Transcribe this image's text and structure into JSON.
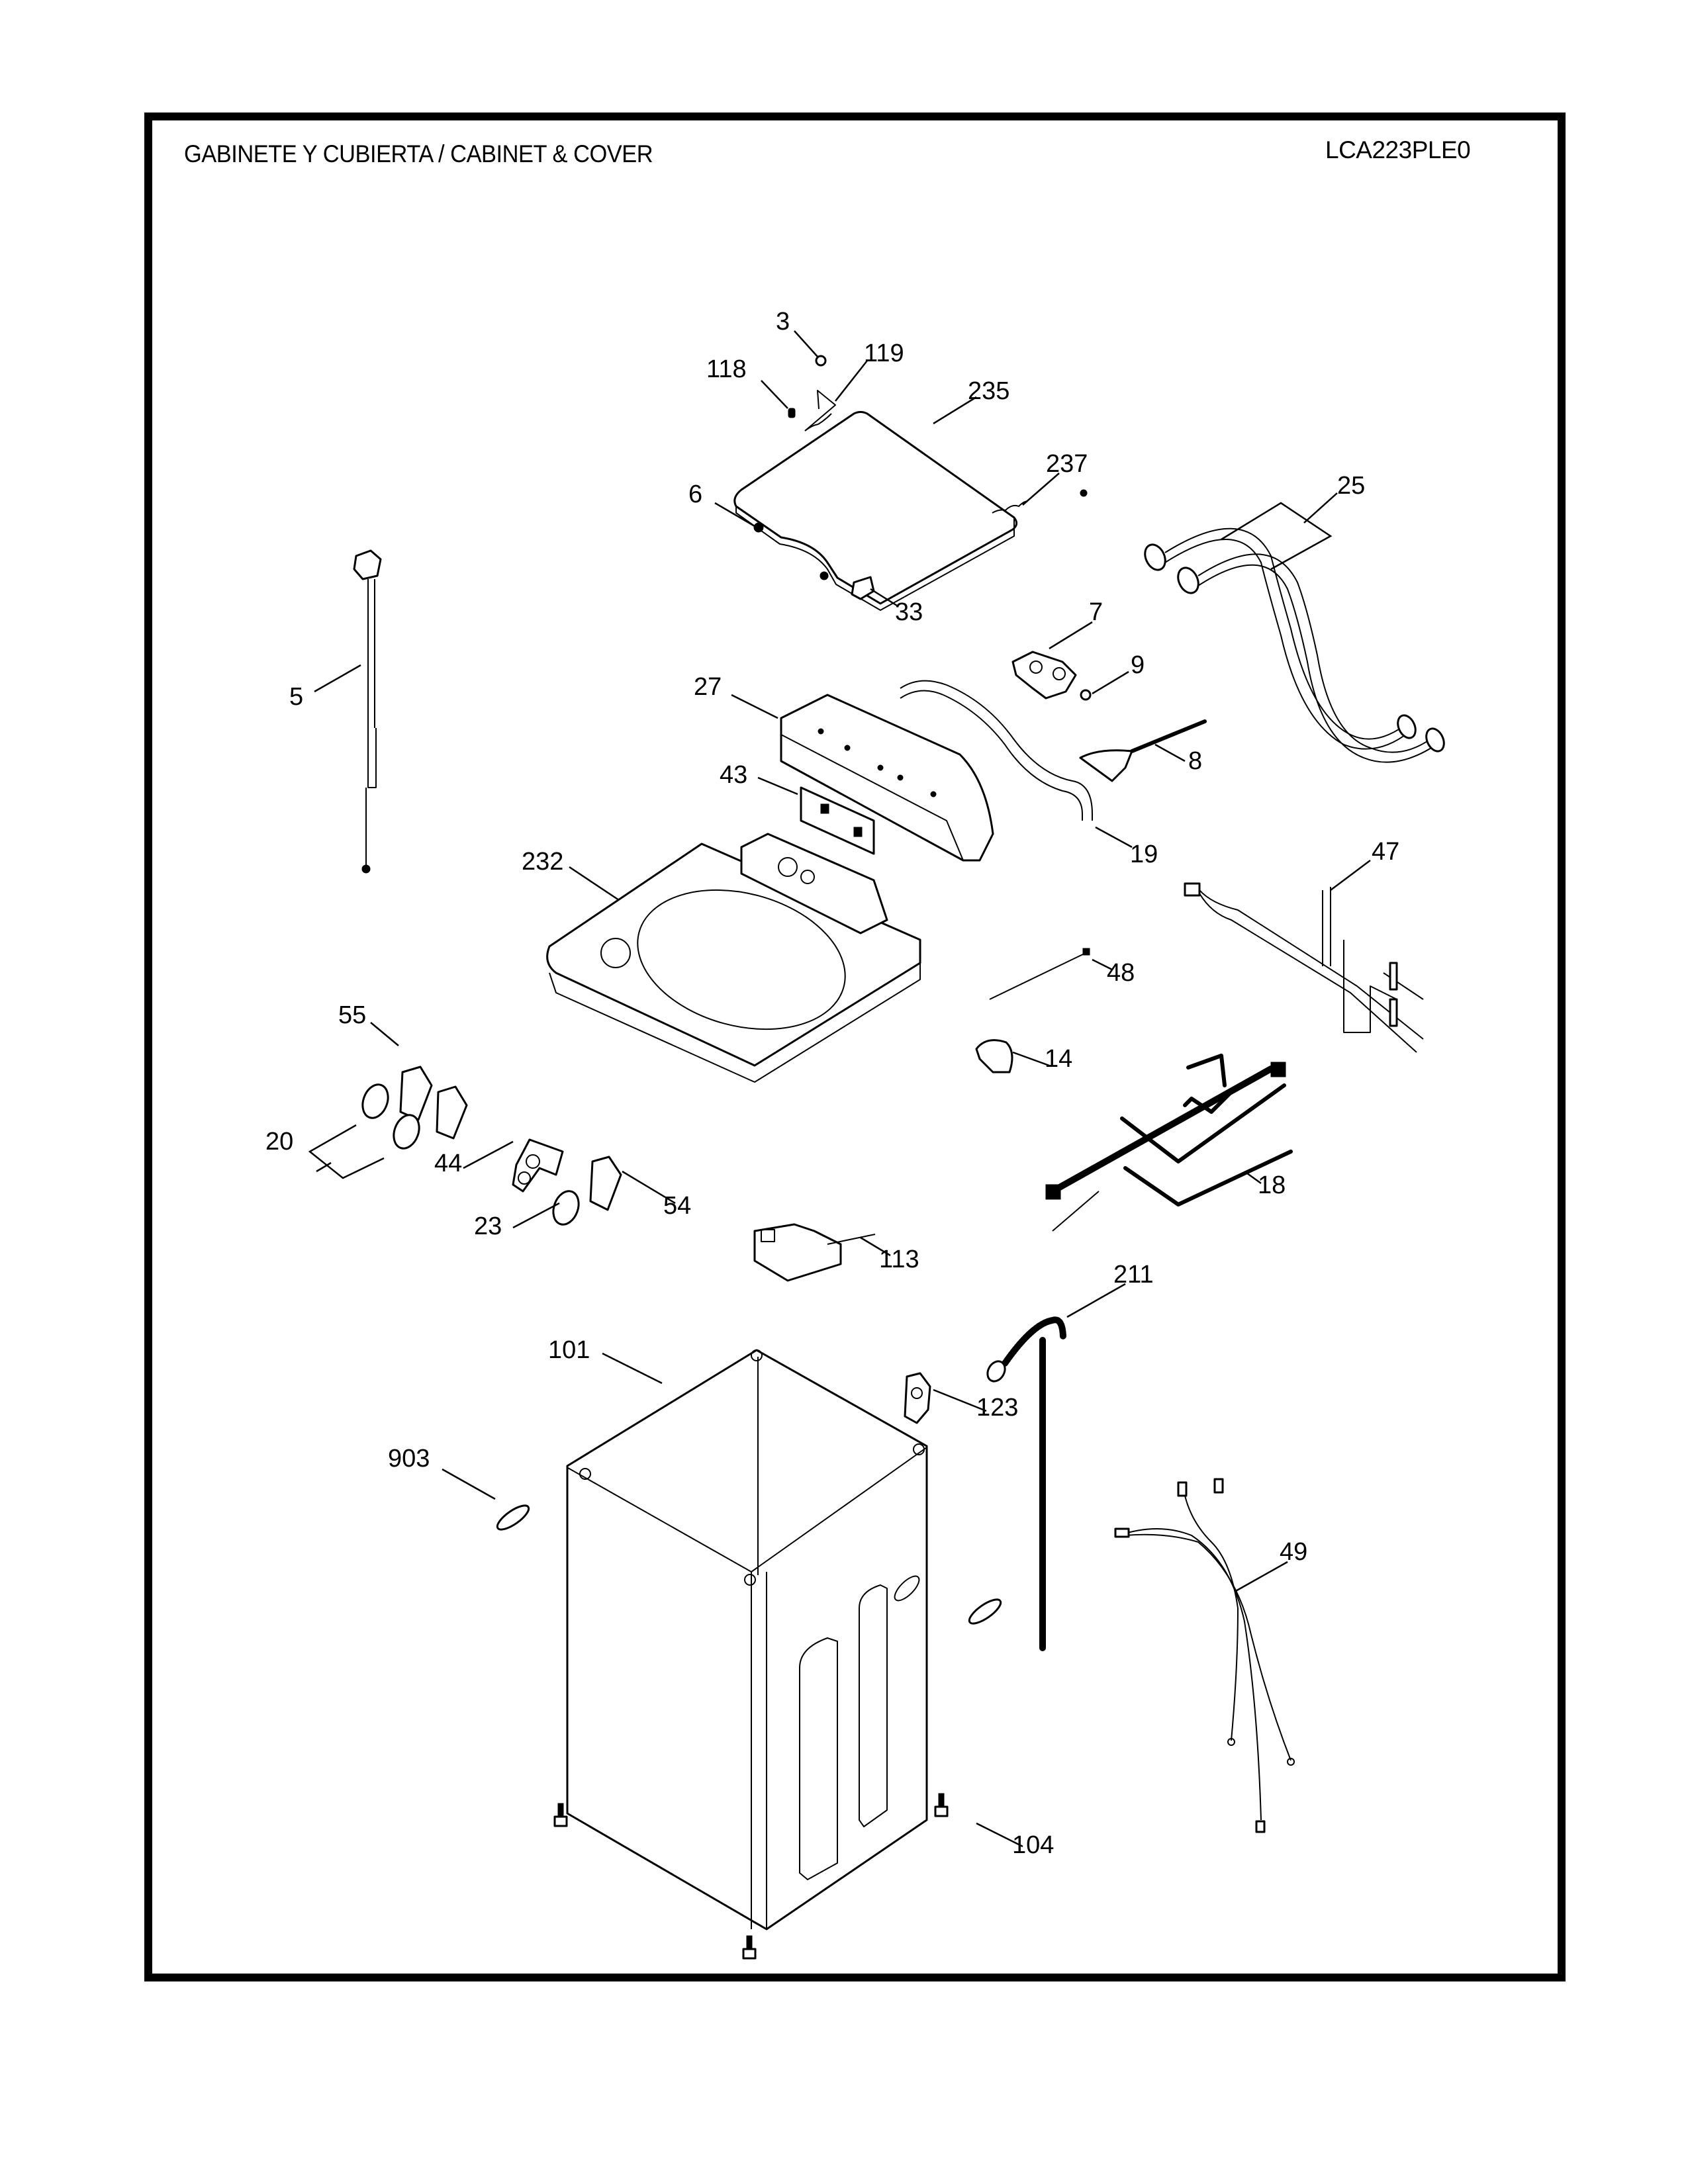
{
  "header": {
    "title": "GABINETE Y CUBIERTA / CABINET & COVER",
    "model": "LCA223PLE0"
  },
  "parts": [
    {
      "id": "3",
      "name": "screw"
    },
    {
      "id": "119",
      "name": "lid-lock-rod"
    },
    {
      "id": "118",
      "name": "lid-stopper"
    },
    {
      "id": "235",
      "name": "top-lid"
    },
    {
      "id": "237",
      "name": "lid-spring"
    },
    {
      "id": "25",
      "name": "inlet-hoses"
    },
    {
      "id": "6",
      "name": "hinge-cap"
    },
    {
      "id": "33",
      "name": "lid-hinge"
    },
    {
      "id": "7",
      "name": "inlet-valve"
    },
    {
      "id": "9",
      "name": "hose-clamp"
    },
    {
      "id": "5",
      "name": "power-cord"
    },
    {
      "id": "27",
      "name": "control-panel-cover"
    },
    {
      "id": "8",
      "name": "dispenser-nozzle"
    },
    {
      "id": "43",
      "name": "control-board"
    },
    {
      "id": "19",
      "name": "inlet-tube"
    },
    {
      "id": "47",
      "name": "main-wire-harness"
    },
    {
      "id": "232",
      "name": "top-cover"
    },
    {
      "id": "48",
      "name": "sensor-wire"
    },
    {
      "id": "55",
      "name": "rotary-switch"
    },
    {
      "id": "14",
      "name": "pressure-switch"
    },
    {
      "id": "20",
      "name": "knobs"
    },
    {
      "id": "44",
      "name": "push-button-board"
    },
    {
      "id": "54",
      "name": "selector-switch"
    },
    {
      "id": "18",
      "name": "motor-wire-harness"
    },
    {
      "id": "23",
      "name": "knob"
    },
    {
      "id": "113",
      "name": "lid-lock-switch"
    },
    {
      "id": "211",
      "name": "drain-hose"
    },
    {
      "id": "101",
      "name": "cabinet"
    },
    {
      "id": "123",
      "name": "hose-bracket"
    },
    {
      "id": "903",
      "name": "handle-cap"
    },
    {
      "id": "49",
      "name": "sub-wire-harness"
    },
    {
      "id": "104",
      "name": "leveling-foot"
    }
  ]
}
